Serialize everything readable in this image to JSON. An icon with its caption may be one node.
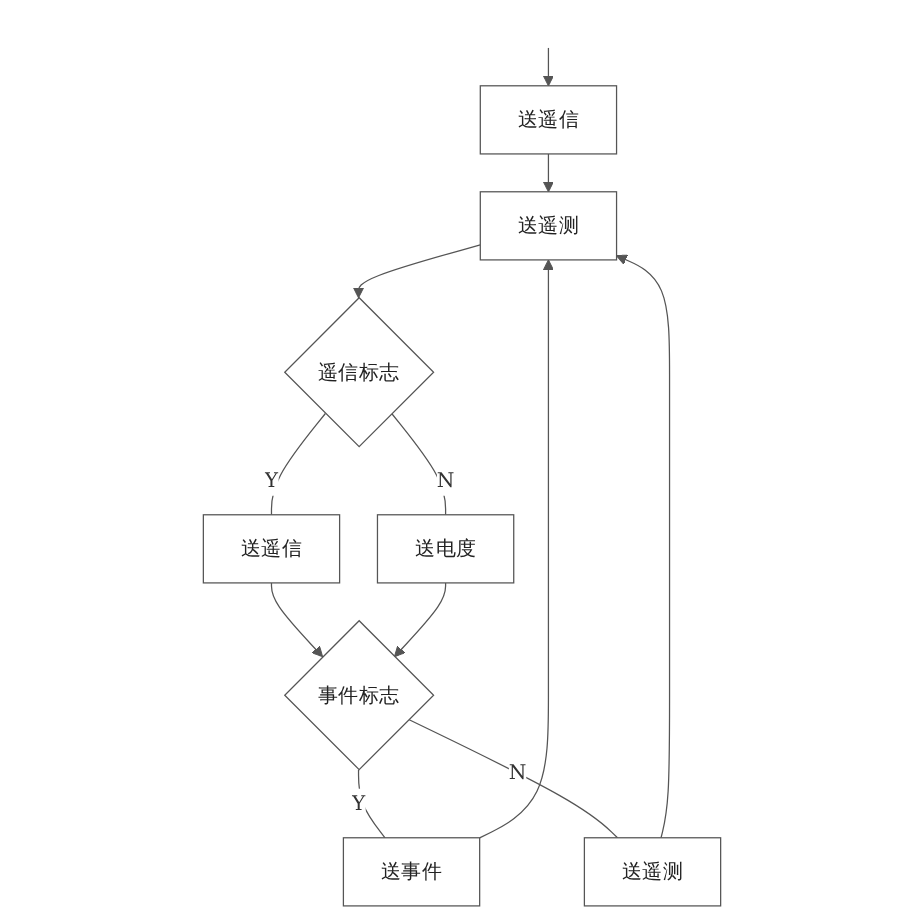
{
  "diagram": {
    "nodes": [
      {
        "text": [
          "送遥信"
        ]
      },
      {
        "text": [
          "送遥测"
        ]
      },
      {
        "text": [
          "遥信标志"
        ]
      },
      {
        "text": [
          "送遥信"
        ]
      },
      {
        "text": [
          "送电度"
        ]
      },
      {
        "text": [
          "事件标志"
        ]
      },
      {
        "text": [
          "送事件"
        ]
      },
      {
        "text": [
          "送遥测"
        ]
      }
    ],
    "edges": [
      {
        "from": null,
        "to": 0,
        "arrow": "to"
      },
      {
        "from": 0,
        "to": 1,
        "arrow": "to"
      },
      {
        "from": 1,
        "to": 2,
        "arrow": "to"
      },
      {
        "from": 2,
        "to": 3,
        "label": "Y",
        "arrow": "none"
      },
      {
        "from": 2,
        "to": 4,
        "label": "N",
        "arrow": "none"
      },
      {
        "from": 3,
        "to": 5,
        "arrow": "to"
      },
      {
        "from": 4,
        "to": 5,
        "arrow": "to"
      },
      {
        "from": 5,
        "to": 6,
        "label": "Y",
        "arrow": "none"
      },
      {
        "from": 5,
        "to": 7,
        "label": "N",
        "arrow": "none"
      },
      {
        "from": 6,
        "to": 1,
        "arrow": "to"
      },
      {
        "from": 7,
        "to": 1,
        "arrow": "to"
      }
    ]
  }
}
